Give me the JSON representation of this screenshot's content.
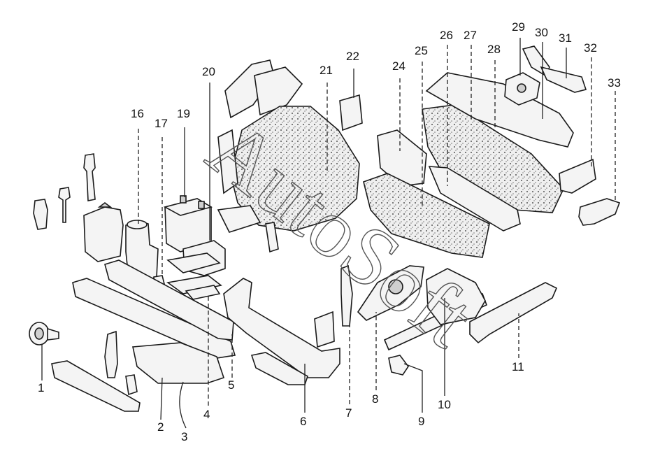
{
  "diagram": {
    "labels": [
      "1",
      "2",
      "3",
      "4",
      "5",
      "6",
      "7",
      "8",
      "9",
      "10",
      "11",
      "16",
      "17",
      "19",
      "20",
      "21",
      "22",
      "24",
      "25",
      "26",
      "27",
      "28",
      "29",
      "30",
      "31",
      "32",
      "33"
    ],
    "watermark": "AutoSoft"
  }
}
